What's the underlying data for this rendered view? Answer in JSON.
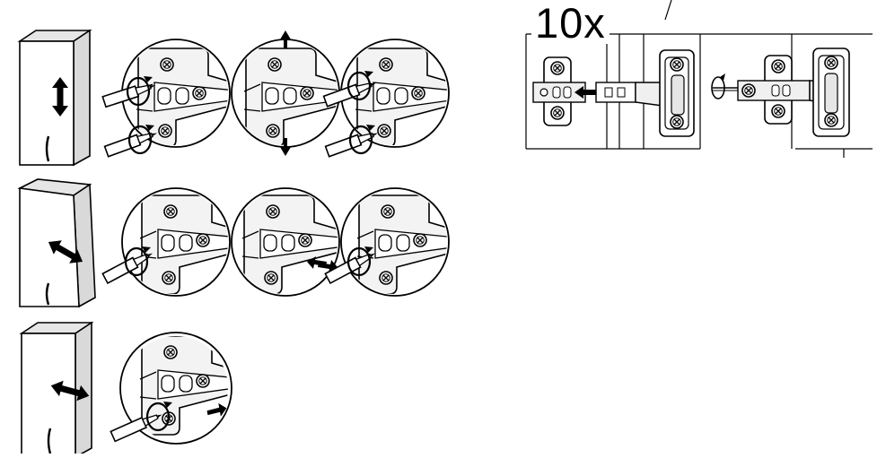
{
  "page": {
    "background": "#ffffff",
    "line_color": "#000000",
    "fill_color": "#e6e6e6"
  },
  "hinge_panel": {
    "quantity_label": "10x"
  },
  "adjustment_rows": [
    {
      "direction": "vertical",
      "arrow_icon": "vertical-double-arrow-icon",
      "detail_steps": 3
    },
    {
      "direction": "depth",
      "arrow_icon": "diagonal-double-arrow-icon",
      "detail_steps": 3
    },
    {
      "direction": "side",
      "arrow_icon": "horizontal-double-arrow-icon",
      "detail_steps": 1
    }
  ]
}
